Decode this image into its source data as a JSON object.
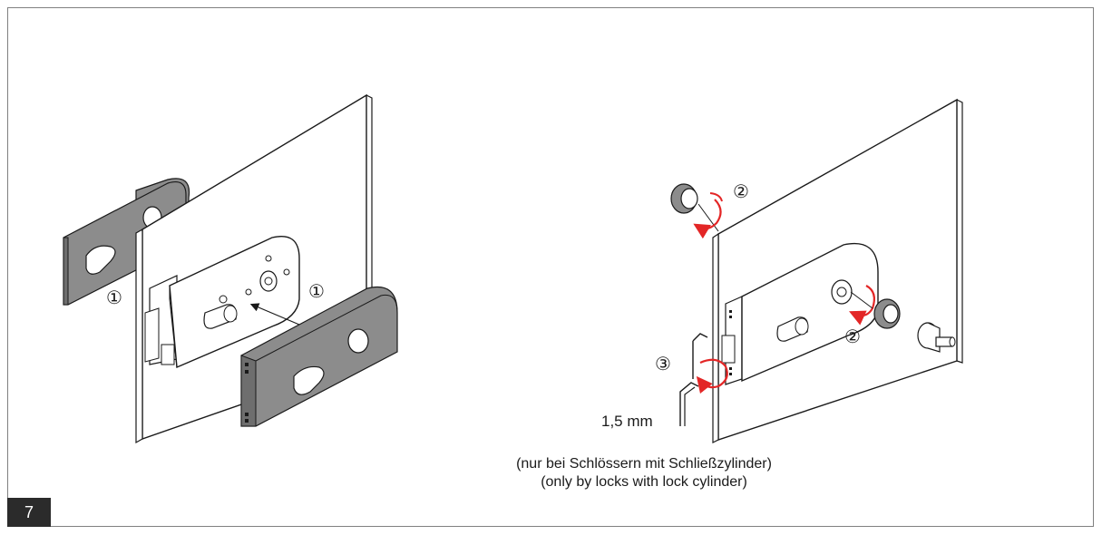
{
  "step_number": "7",
  "left_view": {
    "callout_left": "①",
    "callout_right": "①"
  },
  "right_view": {
    "callout_top": "②",
    "callout_right": "②",
    "callout_tool": "③",
    "dimension": "1,5 mm"
  },
  "caption": {
    "line_de": "(nur bei Schlössern mit Schließzylinder)",
    "line_en": "(only by locks with lock cylinder)"
  },
  "colors": {
    "cover_gray": "#8c8c8c",
    "cover_dark": "#6e6e6e",
    "line": "#1a1a1a",
    "accent_red": "#e32626",
    "step_box": "#2b2b2b"
  }
}
